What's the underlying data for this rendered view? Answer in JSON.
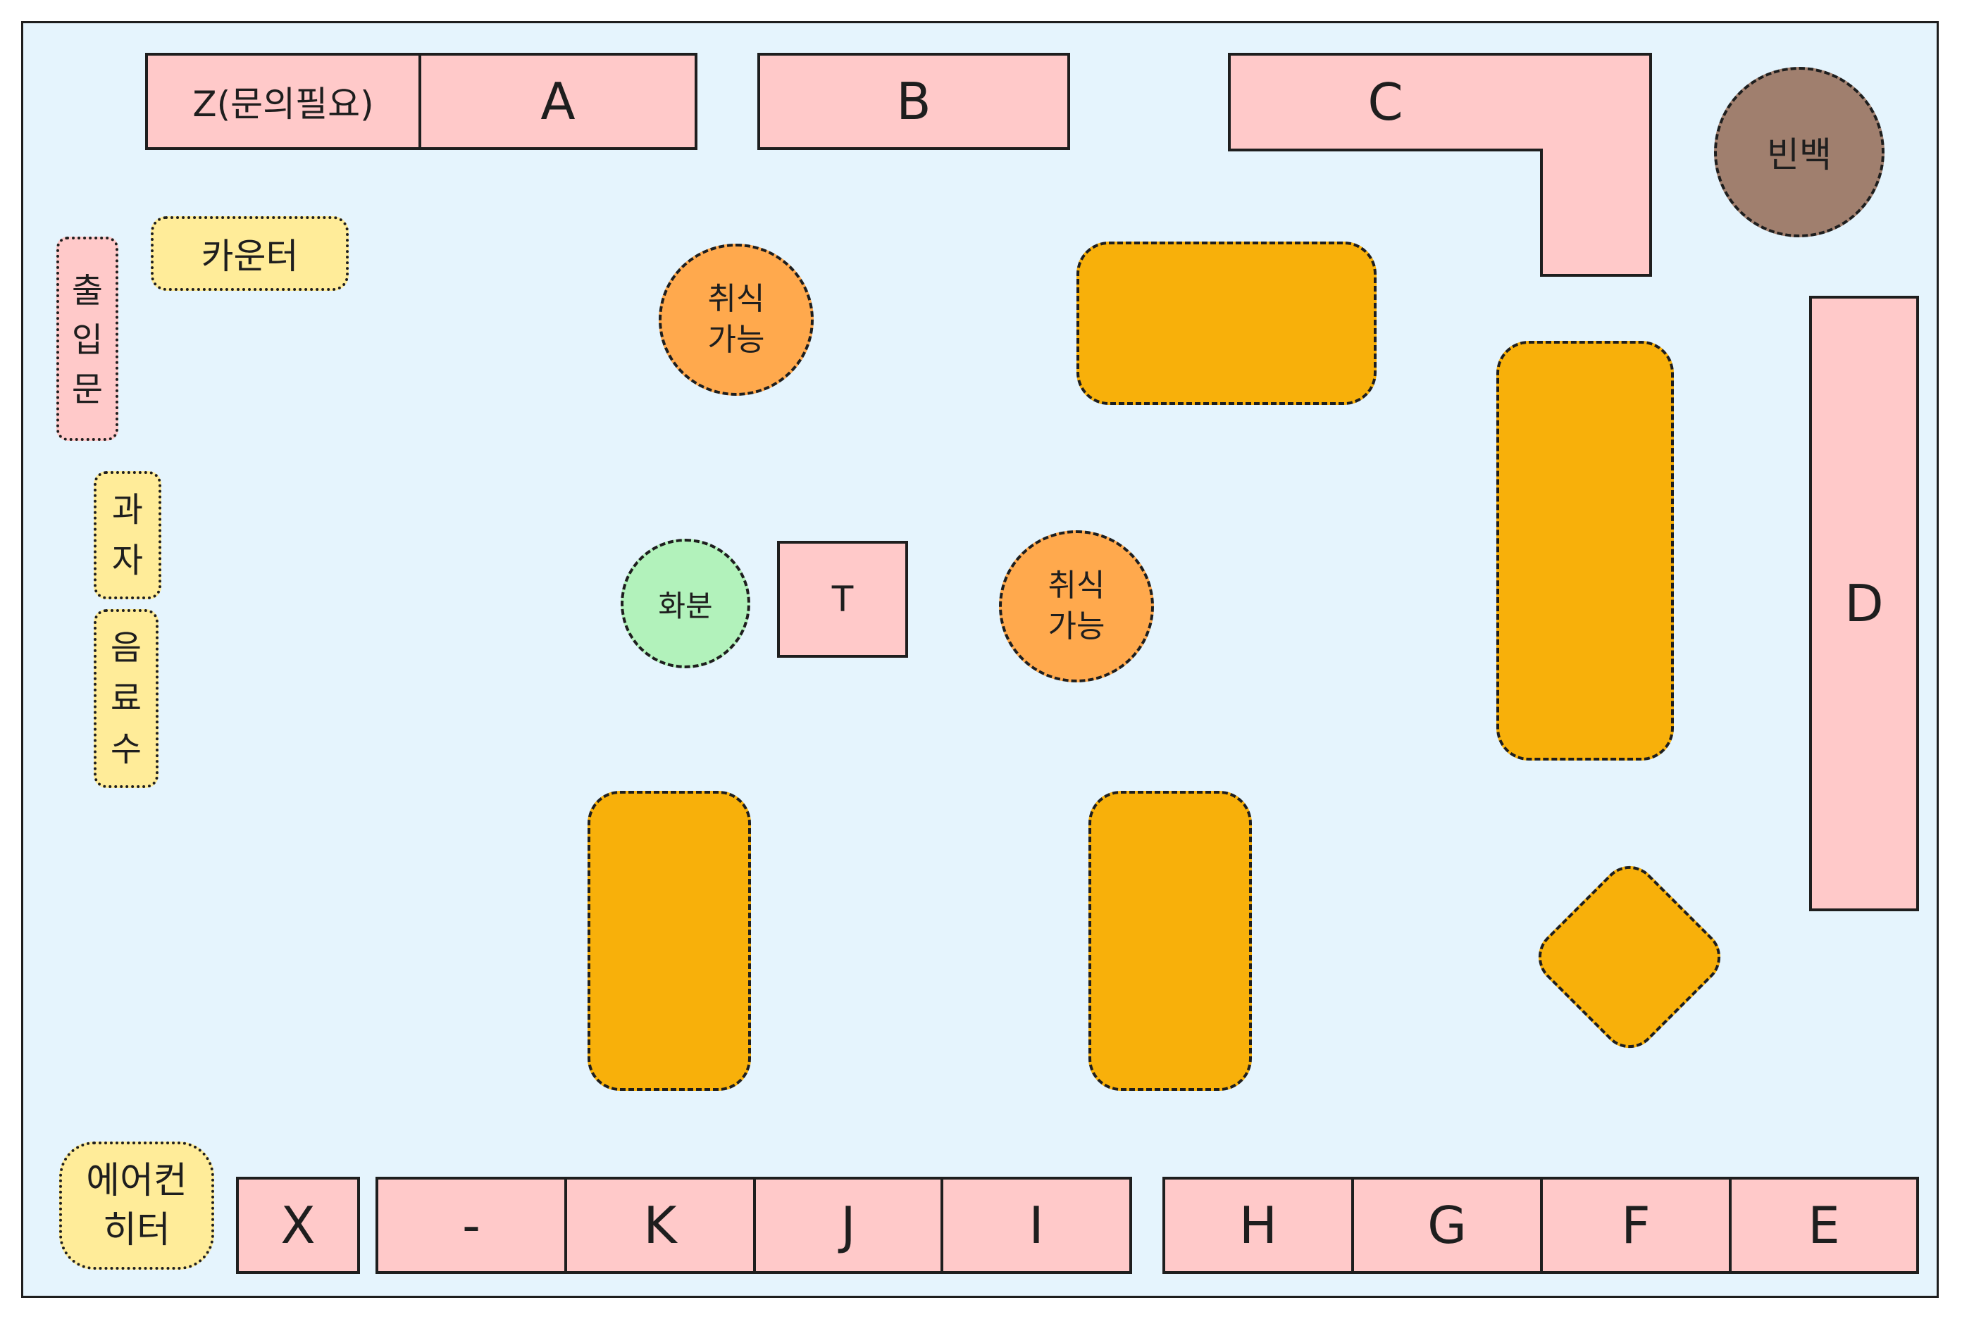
{
  "colors": {
    "floor": "#e5f4fd",
    "seat": "#ffc9c9",
    "table": "#f8b00a",
    "dining": "#ffa94d",
    "plant": "#b2f2bb",
    "beanbag": "#a07f6e",
    "amenity": "#ffec99",
    "stroke": "#1e1e1e"
  },
  "seats": {
    "z": "Z(문의필요)",
    "a": "A",
    "b": "B",
    "c": "C",
    "d": "D",
    "t": "T",
    "x": "X",
    "dash": "-",
    "k": "K",
    "j": "J",
    "i": "I",
    "h": "H",
    "g": "G",
    "f": "F",
    "e": "E"
  },
  "labels": {
    "beanbag": "빈백",
    "entrance": "출\n입\n문",
    "counter": "카운터",
    "snacks": "과\n자",
    "water": "음\n료\n수",
    "aircon": "에어컨\n히터",
    "dining_1": "취식\n가능",
    "dining_2": "취식\n가능",
    "plant": "화분"
  }
}
